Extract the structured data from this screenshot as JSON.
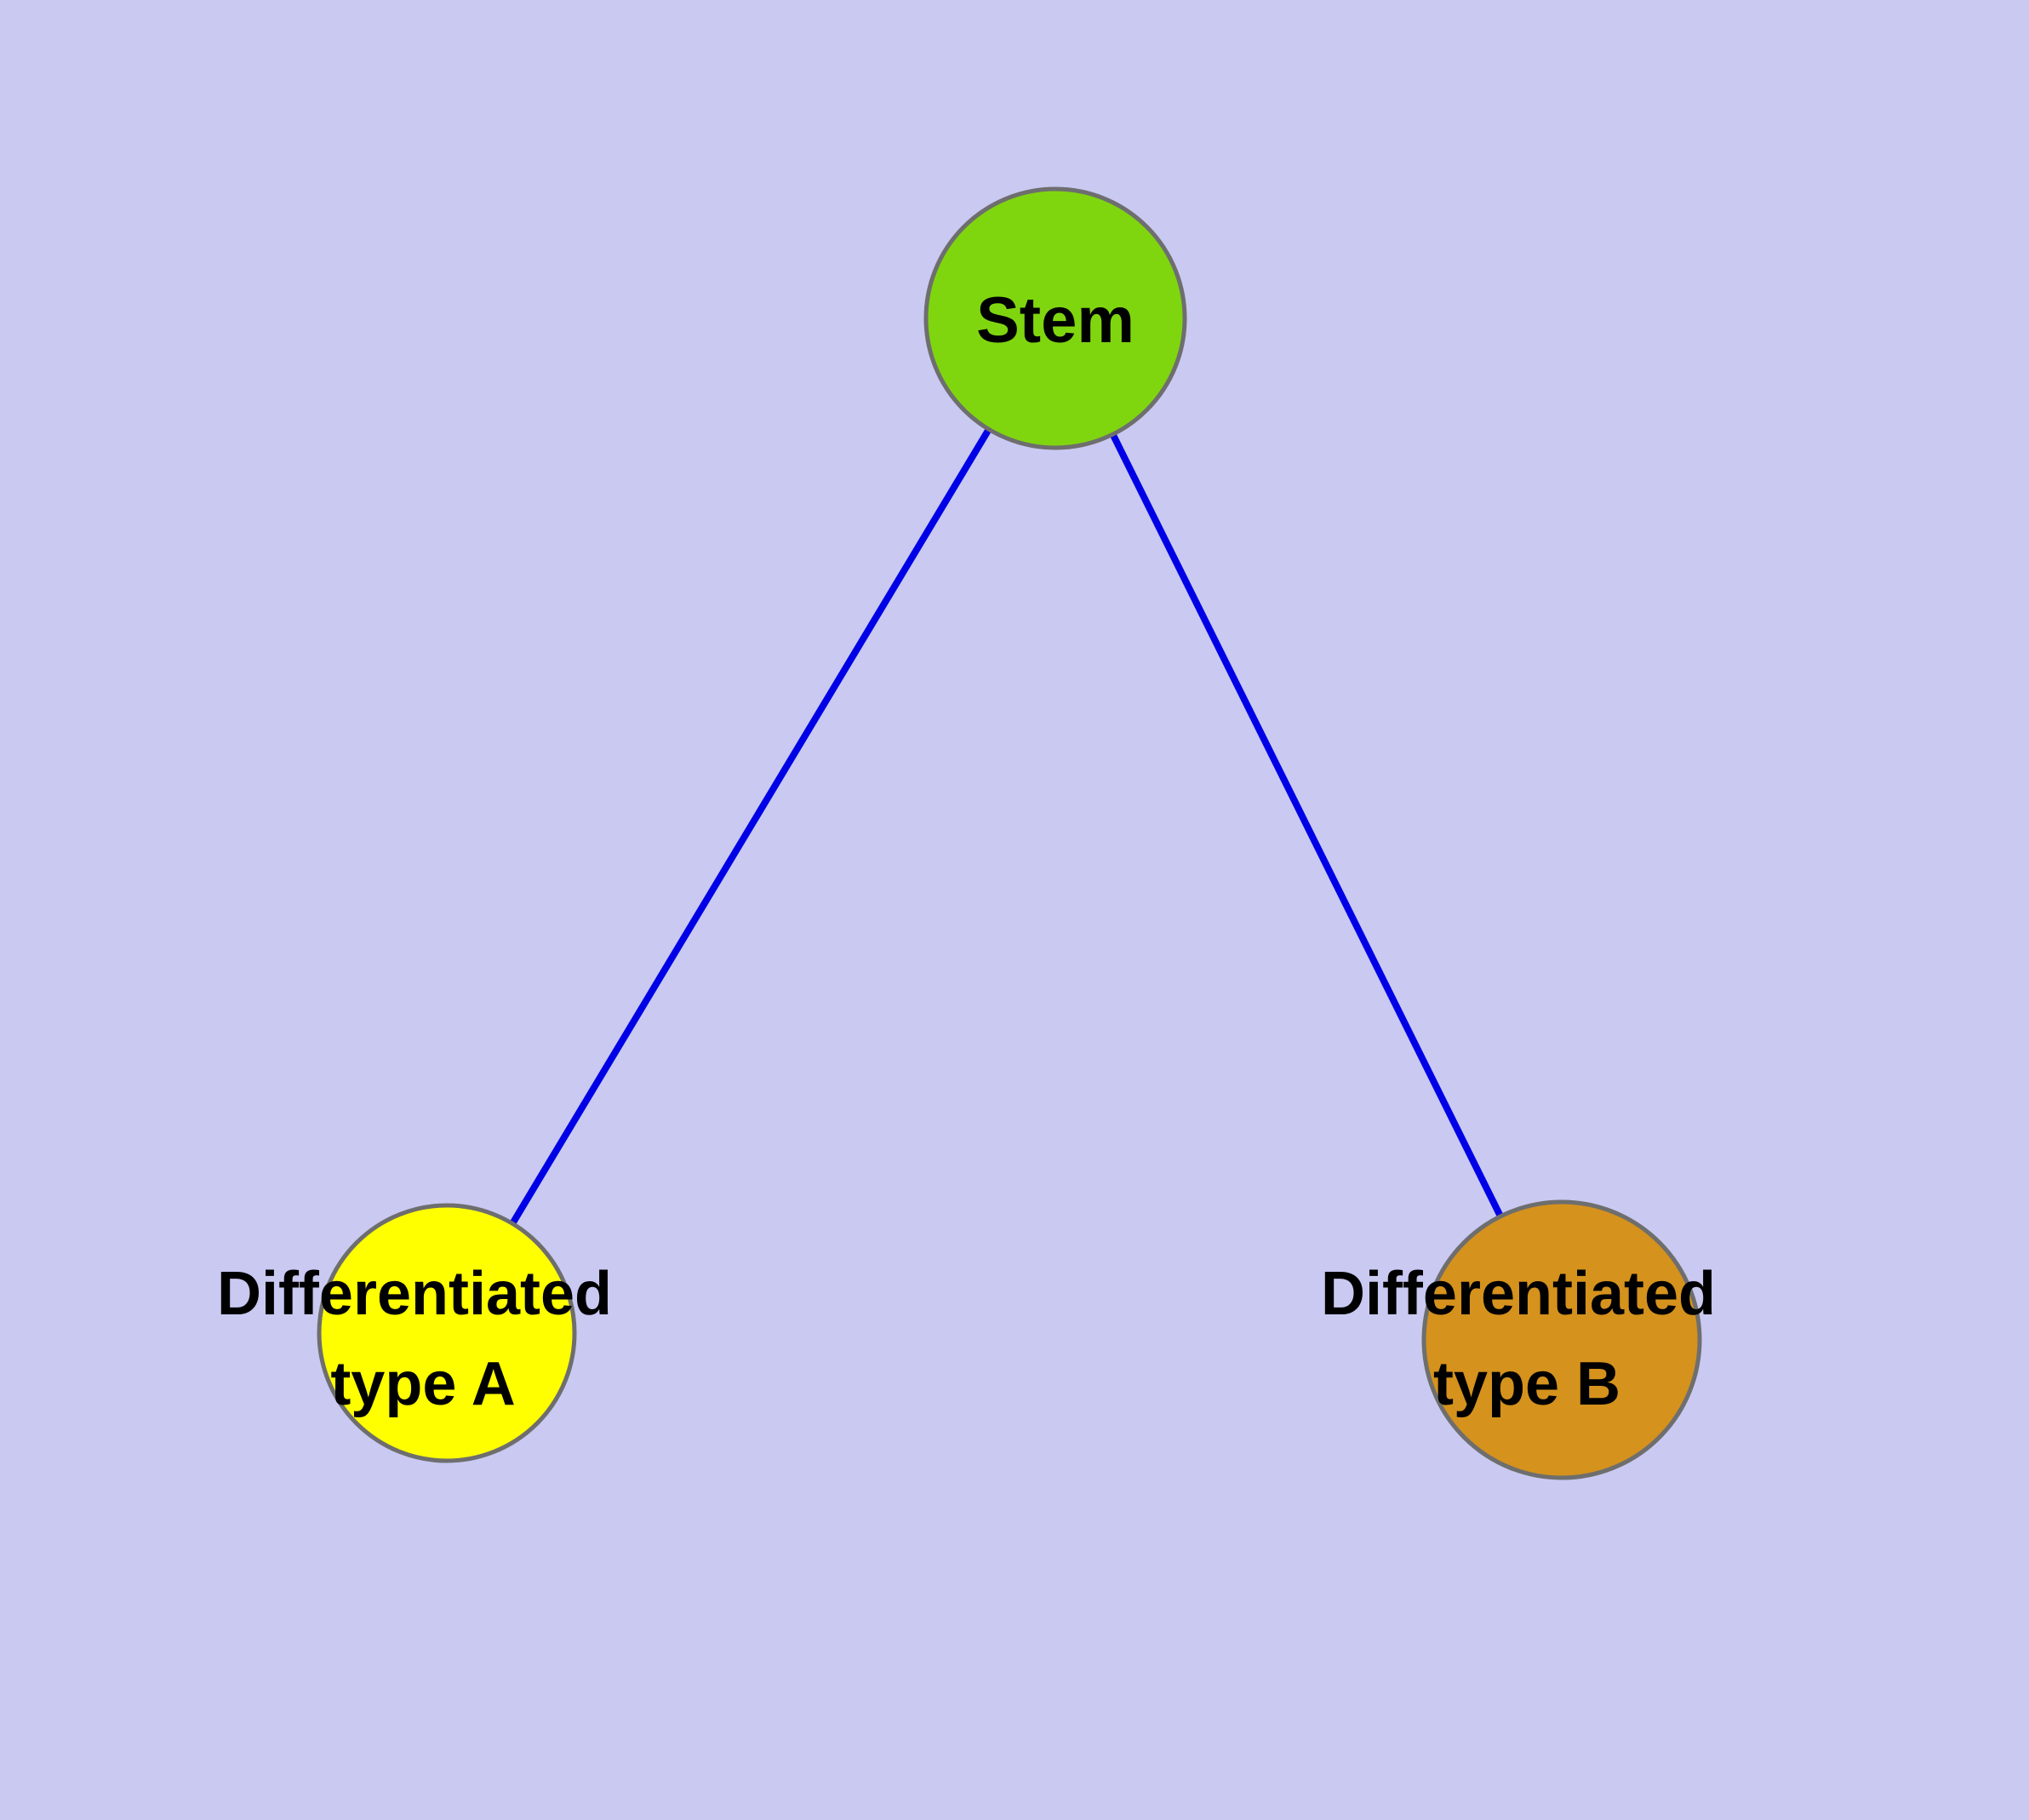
{
  "diagram": {
    "background_color": "#c9c9f2",
    "edge_color": "#0000e6",
    "node_border_color": "#6e6e6e",
    "label_color": "#000000",
    "nodes": [
      {
        "id": "stem",
        "label": "Stem",
        "label_lines": [
          "Stem"
        ],
        "color": "#7fd60f"
      },
      {
        "id": "differentiated-type-a",
        "label": "Differentiated type A",
        "label_lines": [
          "Differentiated",
          "type A"
        ],
        "color": "#ffff00"
      },
      {
        "id": "differentiated-type-b",
        "label": "Differentiated type B",
        "label_lines": [
          "Differentiated",
          "type B"
        ],
        "color": "#d5921c"
      }
    ],
    "edges": [
      {
        "from": "stem",
        "to": "differentiated-type-a"
      },
      {
        "from": "stem",
        "to": "differentiated-type-b"
      }
    ]
  }
}
